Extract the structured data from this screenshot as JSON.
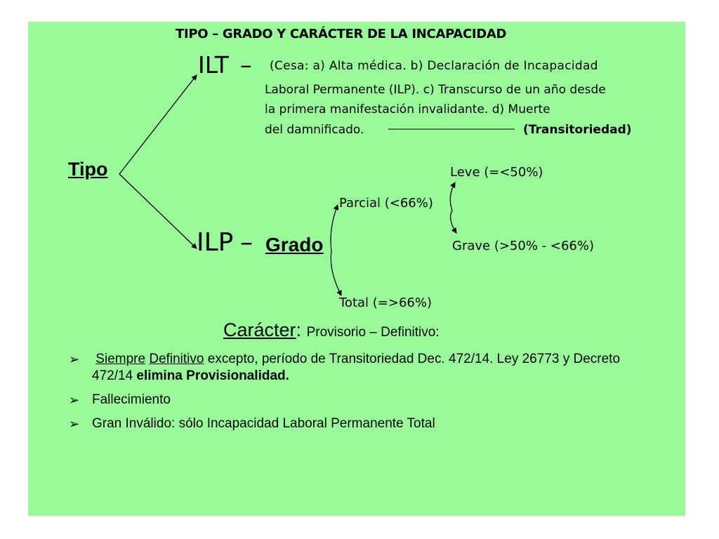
{
  "title": "TIPO – GRADO Y CARÁCTER DE LA INCAPACIDAD",
  "ilt": {
    "label": "ILT",
    "dash": "–",
    "line1": "(Cesa: a) Alta médica. b) Declaración de Incapacidad",
    "line2": "Laboral Permanente (ILP). c) Transcurso de un año desde",
    "line3": "la primera manifestación invalidante. d) Muerte",
    "line4": "del damnificado.",
    "transitoriedad": "(Transitoriedad)"
  },
  "tipo": "Tipo",
  "ilp": {
    "label": "ILP",
    "dash": "–",
    "grado": "Grado"
  },
  "categories": {
    "leve": "Leve (=<50%)",
    "parcial": "Parcial (<66%)",
    "grave": "Grave (>50% - <66%)",
    "total": "Total (=>66%)"
  },
  "caracter": {
    "label": "Carácter",
    "colon": ":",
    "rest": "Provisorio – Definitivo:"
  },
  "bullets": {
    "marker": "➢",
    "b1_siempre": "Siempre",
    "b1_definitivo": "Definitivo",
    "b1_text": "excepto, período de Transitoriedad Dec. 472/14. Ley 26773 y Decreto 472/14",
    "b1_bold": "elimina Provisionalidad.",
    "b2": "Fallecimiento",
    "b3": "Gran Inválido: sólo Incapacidad Laboral Permanente Total"
  }
}
